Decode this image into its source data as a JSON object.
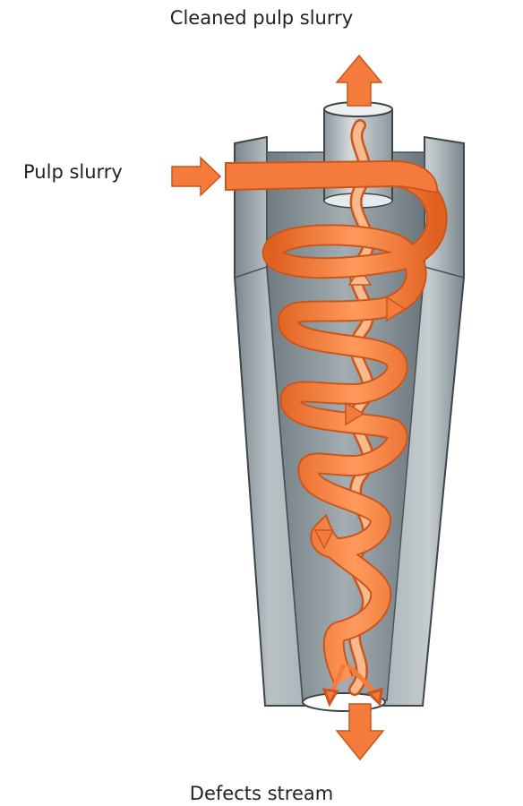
{
  "labels": {
    "outlet_top": "Cleaned pulp slurry",
    "inlet": "Pulp slurry",
    "outlet_bottom": "Defects stream"
  },
  "colors": {
    "flow_orange": "#f47b3c",
    "flow_orange_dark": "#d9591e",
    "inner_flow": "#f7b382",
    "shell_gray": "#9aa4aa",
    "shell_dark": "#5d666c",
    "interior": "#8a969c"
  }
}
